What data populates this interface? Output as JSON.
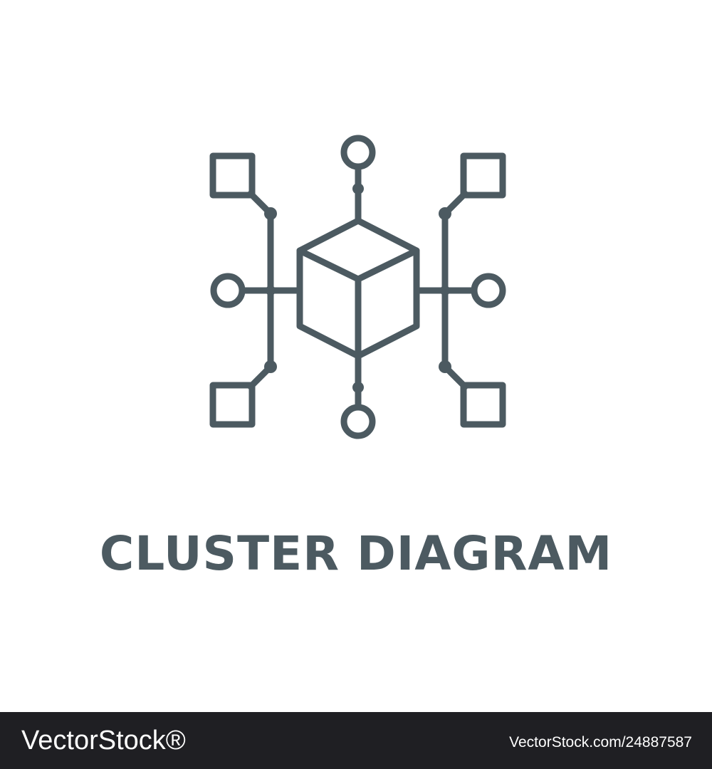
{
  "icon": {
    "name": "cluster-diagram-icon",
    "stroke_color": "#4c5a61"
  },
  "caption": {
    "text": "CLUSTER DIAGRAM",
    "color": "#4c5a61"
  },
  "footer": {
    "logo_text": "VectorStock®",
    "image_id": "VectorStock.com/24887587",
    "background": "#1f1f23"
  }
}
